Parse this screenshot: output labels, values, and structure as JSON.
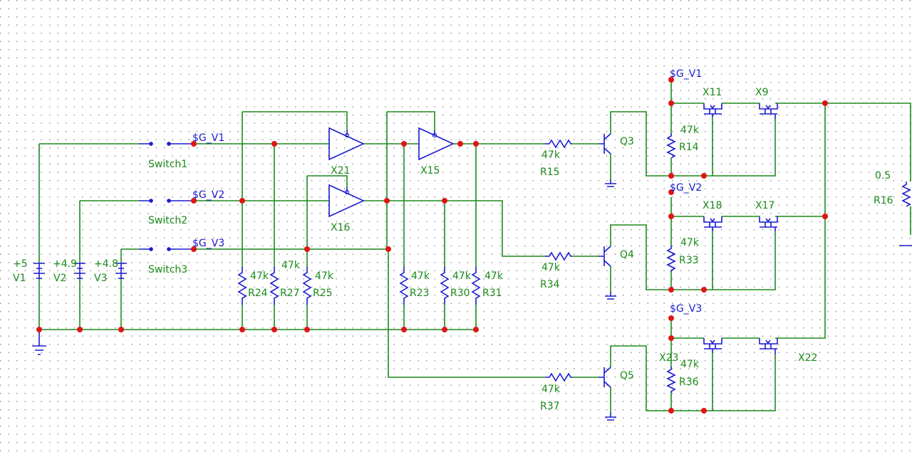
{
  "colors": {
    "wire": "#1b8a1b",
    "component": "#1a1ad0",
    "junction": "#e01515",
    "grid": "#8a8a8a",
    "background": "#ffffff"
  },
  "sources": [
    {
      "value": "+5",
      "name": "V1"
    },
    {
      "value": "+4.9",
      "name": "V2"
    },
    {
      "value": "+4.8",
      "name": "V3"
    }
  ],
  "switches": [
    "Switch1",
    "Switch2",
    "Switch3"
  ],
  "nets": [
    "$G_V1",
    "$G_V2",
    "$G_V3"
  ],
  "buffers": [
    "X21",
    "X15",
    "X16"
  ],
  "bottom_resistors": [
    {
      "value": "47k",
      "name": "R24"
    },
    {
      "value": "47k",
      "name": "R27"
    },
    {
      "value": "47k",
      "name": "R25"
    },
    {
      "value": "47k",
      "name": "R23"
    },
    {
      "value": "47k",
      "name": "R30"
    },
    {
      "value": "47k",
      "name": "R31"
    }
  ],
  "base_resistors": [
    {
      "value": "47k",
      "name": "R15"
    },
    {
      "value": "47k",
      "name": "R34"
    },
    {
      "value": "47k",
      "name": "R37"
    }
  ],
  "transistors": [
    "Q3",
    "Q4",
    "Q5"
  ],
  "pullups": [
    {
      "value": "47k",
      "name": "R14"
    },
    {
      "value": "47k",
      "name": "R33"
    },
    {
      "value": "47k",
      "name": "R36"
    }
  ],
  "mosfets": [
    "X11",
    "X9",
    "X18",
    "X17",
    "X23",
    "X22"
  ],
  "load": {
    "value": "0.5",
    "name": "R16"
  }
}
